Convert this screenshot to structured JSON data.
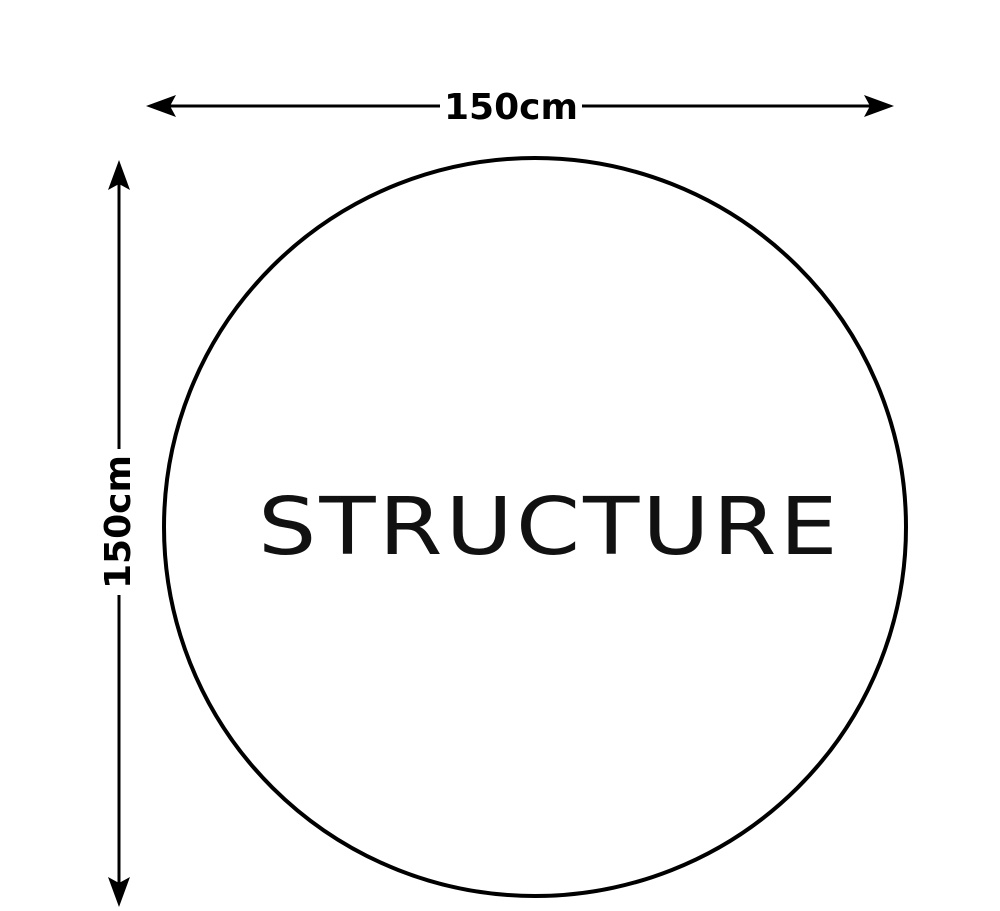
{
  "diagram": {
    "center_text": "STRUCTURE",
    "width_dimension": "150cm",
    "height_dimension": "150cm",
    "shape": "circle",
    "line_color": "#000000",
    "background_color": "#ffffff"
  }
}
